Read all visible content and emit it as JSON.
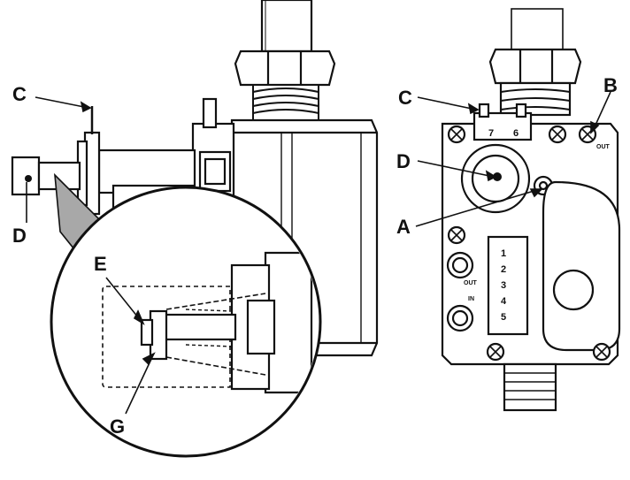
{
  "labels": {
    "c_left": "C",
    "d_left": "D",
    "e": "E",
    "g": "G",
    "c_right": "C",
    "d_right": "D",
    "a": "A",
    "b": "B"
  },
  "markings": {
    "out": "OUT",
    "in": "IN",
    "terminal_1": "7",
    "terminal_2": "6",
    "terminals": [
      "1",
      "2",
      "3",
      "4",
      "5"
    ]
  },
  "colors": {
    "ink": "#111111",
    "body_fill": "#ffffff",
    "shadow_grey": "#a8a8a8",
    "mid_grey": "#d6d6d6"
  }
}
